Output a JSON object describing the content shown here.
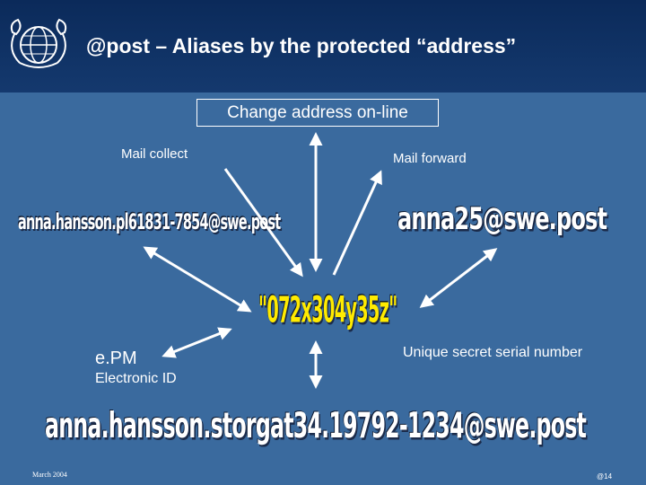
{
  "header": {
    "title": "@post – Aliases by the protected “address”",
    "logo_icon": "upu-globe-postal-horns-icon"
  },
  "diagram": {
    "change_address": "Change address on-line",
    "mail_collect": "Mail collect",
    "mail_forward": "Mail forward",
    "collect_address": "anna.hansson.pl61831-7854@swe.post",
    "forward_address": "anna25@swe.post",
    "serial_code": "\"072x304y35z\"",
    "serial_label": "Unique secret serial number",
    "epm": "e.PM",
    "electronic_id": "Electronic ID",
    "protected_address": "anna.hansson.storgat34.19792-1234@swe.post"
  },
  "footer": {
    "date": "March 2004",
    "page": "@14"
  },
  "colors": {
    "background": "#3a6a9e",
    "header": "#0b2a5a",
    "text": "#ffffff",
    "serial": "#ffeb00"
  }
}
